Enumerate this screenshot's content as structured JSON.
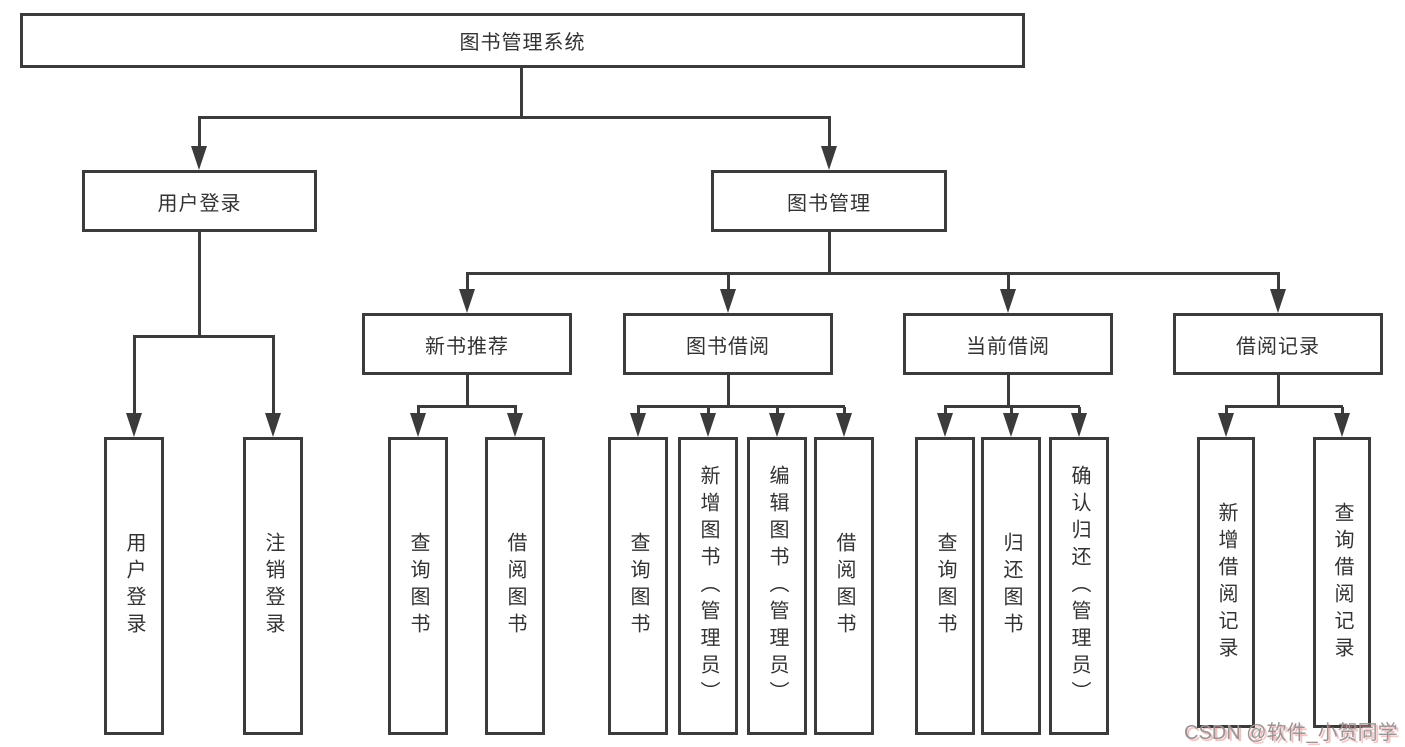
{
  "diagram": {
    "title": "图书管理系统",
    "level2": {
      "user_login": "用户登录",
      "book_mgmt": "图书管理"
    },
    "level3": {
      "new_book_rec": "新书推荐",
      "book_borrow": "图书借阅",
      "current_borrow": "当前借阅",
      "borrow_records": "借阅记录"
    },
    "leaves": {
      "user_login": "用户登录",
      "logout": "注销登录",
      "rec_query_book": "查询图书",
      "rec_borrow_book": "借阅图书",
      "bb_query_book": "查询图书",
      "bb_add_book": "新增图书（管理员）",
      "bb_edit_book": "编辑图书（管理员）",
      "bb_borrow_book": "借阅图书",
      "cb_query_book": "查询图书",
      "cb_return_book": "归还图书",
      "cb_confirm_return": "确认归还（管理员）",
      "br_add_record": "新增借阅记录",
      "br_query_record": "查询借阅记录"
    }
  },
  "watermark": "CSDN @软件_小贺同学",
  "colors": {
    "line": "#3b3b3b",
    "box_border": "#3b3b3b",
    "text": "#333333",
    "background": "#ffffff",
    "watermark_text": "#969696",
    "watermark_shadow": "#e87777"
  }
}
